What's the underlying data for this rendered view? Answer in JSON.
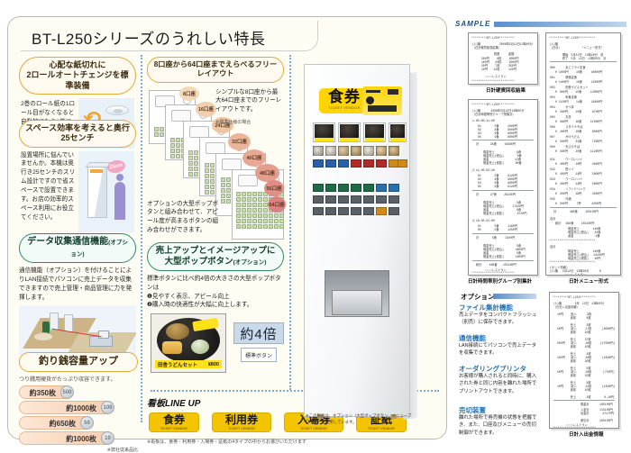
{
  "page": {
    "title": "BT-L250シリーズのうれしい特長",
    "bg_color": "#fffdf3",
    "accent_orange": "#e0a93a",
    "accent_green": "#2f8a6a",
    "accent_blue": "#5b8fc9"
  },
  "features": {
    "paper_roll": {
      "heading_line1": "心配な紙切れに",
      "heading_line2": "2ロールオートチェンジを標準装備",
      "body": "2巻のロール紙の1ロール目がなくなると自動的にもう1巻に切り替わる便利な機能です。"
    },
    "slim_depth": {
      "heading": "スペース効率を考えると奥行25センチ",
      "body": "設置場所に悩んでいませんか。本機は奥行き25センチのスリム設計ですので省スペースで設置できます。お店の効率的スペース利用にお役立てください。",
      "callout": "25cm"
    },
    "data_comm": {
      "heading": "データ収集通信機能",
      "heading_sub": "(オプション)",
      "body": "通信機能（オプション）を付けることによりLAN接続でパソコンに売上データを収集できますので売上管理・商品管理に力を発揮します。"
    },
    "coin_capacity": {
      "heading": "釣り銭容量アップ",
      "body": "つり銭用硬貨がたっぷり収容できます。",
      "note": "※弊社従来品比",
      "bars": [
        {
          "label": "約350枚",
          "coin": "500",
          "width_pct": 46
        },
        {
          "label": "約1000枚",
          "coin": "100",
          "width_pct": 80
        },
        {
          "label": "約650枚",
          "coin": "50",
          "width_pct": 62
        },
        {
          "label": "約1000枚",
          "coin": "10",
          "width_pct": 80
        }
      ]
    },
    "free_layout": {
      "heading": "8口座から64口座までえらべるフリーレイアウト",
      "body": "シンプルな8口座から最大64口座までのフリーレイアウトです。",
      "note": "※標準仕様の場合",
      "body2": "オプションの大型ポップボタンと組み合わせて、アピール度が高まるボタンの組み合わせができます。",
      "layers": [
        "8口座",
        "16口座",
        "24口座",
        "32口座",
        "40口座",
        "48口座",
        "56口座",
        "64口座"
      ]
    },
    "pop_button": {
      "heading_line1": "売上アップとイメージアップに",
      "heading_line2": "大型ポップボタン",
      "heading_sub": "(オプション)",
      "body_lead": "標準ボタンに比べ約4倍の大きさの大型ポップボタンは",
      "body_1": "❶見やすく表示、アピール向上",
      "body_2": "❷購入時の快適性が大幅に向上します。",
      "photo_name": "田舎うどんセット",
      "photo_price": "¥800",
      "compare_label": "約4倍",
      "std_label": "標準ボタン"
    },
    "line_up": {
      "heading": "看板LINE UP",
      "tickets": [
        {
          "jp": "食券",
          "en": "TICKET VENDOR"
        },
        {
          "jp": "利用券",
          "en": "TICKET VENDOR"
        },
        {
          "jp": "入場券",
          "en": "TICKET VENDOR"
        },
        {
          "jp": "証紙",
          "en": "TICKET VENDOR"
        }
      ],
      "note": "※看板は、食券・利用券・入場券・証紙の4タイプの中からお選びいただけます"
    }
  },
  "vending_machine": {
    "sign_jp": "食券",
    "sign_en": "TICKET VENDOR",
    "note": "※この製品は、オプション（大型ポップボタン、メニュープロッタ）を使用しています。"
  },
  "sample": {
    "heading": "SAMPLE",
    "receipts": [
      {
        "caption": "日計硬貨回収結果"
      },
      {
        "caption": "日計時間帯別グループ別集計"
      },
      {
        "caption": "日計メニュー形式"
      },
      {
        "caption": "日計入出金情報"
      }
    ],
    "receipt_menu_rows": [
      {
        "code": "000",
        "name": "あじフライ定食",
        "unit": "¥ 1000円",
        "qty": "10食",
        "total": "10000円"
      },
      {
        "code": "001",
        "name": "餅焼定食",
        "unit": "¥ 1400円",
        "qty": "10食",
        "total": "12000円"
      },
      {
        "code": "002",
        "name": "田舎うどんセット",
        "unit": "¥ 800円",
        "qty": "15食",
        "total": "12000円"
      },
      {
        "code": "003",
        "name": "刺身定食",
        "unit": "¥ 1100円",
        "qty": "14食",
        "total": "14000円"
      },
      {
        "code": "004",
        "name": "かつ丼",
        "unit": "¥ 560円",
        "qty": "10食",
        "total": "8700円"
      },
      {
        "code": "005",
        "name": "天丼",
        "unit": "¥ 880円",
        "qty": "16食",
        "total": "11000円"
      },
      {
        "code": "006",
        "name": "スタミナそば",
        "unit": "¥ 400円",
        "qty": "10食",
        "total": "6000円"
      },
      {
        "code": "007",
        "name": "かけうどん",
        "unit": "¥ 500円",
        "qty": "24食",
        "total": "7200円"
      },
      {
        "code": "008",
        "name": "天ぷらそば",
        "unit": "¥ 560円",
        "qty": "20食",
        "total": "11200円"
      },
      {
        "code": "031",
        "name": "ウーロンハイ",
        "unit": "¥ 400円",
        "qty": "10杯",
        "total": "4000円"
      },
      {
        "code": "032",
        "name": "酎ハイ",
        "unit": "¥ 400円",
        "qty": "14杯",
        "total": "5600円"
      },
      {
        "code": "033",
        "name": "ウーロンハイ",
        "unit": "¥ 400円",
        "qty": "14杯",
        "total": "5600円"
      },
      {
        "code": "034",
        "name": "ソフトドリンク",
        "unit": "¥ 200円",
        "qty": "18杯",
        "total": "4500円"
      },
      {
        "code": "035",
        "name": "冷酒",
        "unit": "¥ 500円",
        "qty": "7杯",
        "total": "4200円"
      }
    ],
    "receipt_total_label": "総計",
    "receipt_total_qty": "468食",
    "receipt_total_value": "155100円"
  },
  "options": {
    "heading": "オプション",
    "items": [
      {
        "title": "ファイル集計機能",
        "body": "売上データをコンパクトフラッシュ（別売）に保存できます。"
      },
      {
        "title": "通信機能",
        "body": "LAN接続にてパソコンで売上データを収集できます。"
      },
      {
        "title": "オーダリングプリンタ",
        "body": "お客様が購入されると同時に、購入された券と同じ内容を離れた場所でプリントアウトできます。"
      },
      {
        "title": "売切装置",
        "body": "離れた場所で券売機の状態を把握でき、また、口座及びメニューの売切制御ができます。"
      }
    ]
  }
}
